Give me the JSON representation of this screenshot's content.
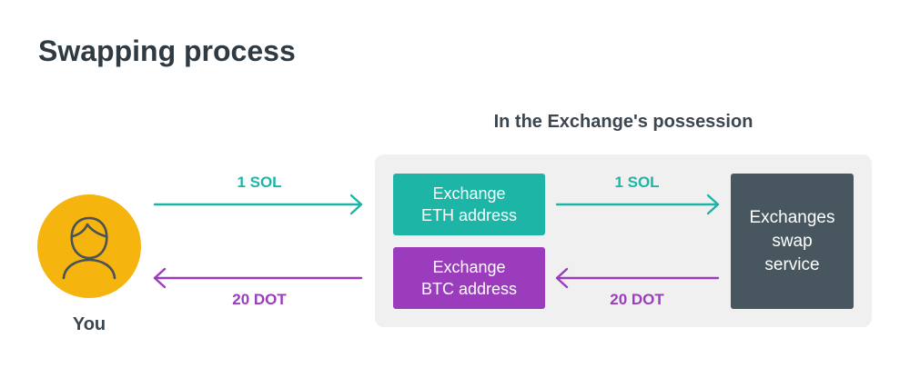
{
  "title": "Swapping process",
  "panel": {
    "title": "In the Exchange's possession"
  },
  "nodes": {
    "you": {
      "label": "You",
      "icon": "user-icon"
    },
    "eth_box": {
      "line1": "Exchange",
      "line2": "ETH address"
    },
    "btc_box": {
      "line1": "Exchange",
      "line2": "BTC address"
    },
    "swap_box": {
      "line1": "Exchanges",
      "line2": "swap",
      "line3": "service"
    }
  },
  "flows": {
    "you_to_eth": "1 SOL",
    "eth_to_swap": "1 SOL",
    "btc_to_you": "20 DOT",
    "swap_to_btc": "20 DOT"
  },
  "colors": {
    "teal": "#1cb5a6",
    "purple": "#9b3cbd",
    "dark": "#48575f",
    "yellow": "#f6b40f",
    "panel": "#f0f0f0"
  }
}
